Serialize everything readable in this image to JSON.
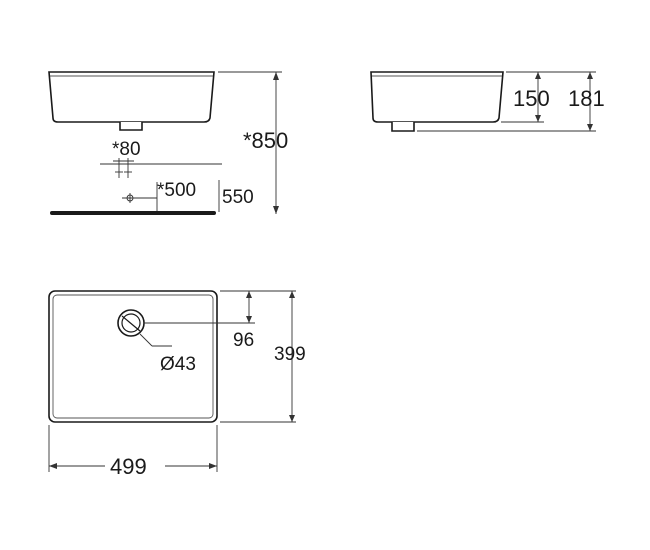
{
  "front_view": {
    "height_label": "*850",
    "tap_spacing_label": "*80",
    "waste_offset_label": "*500",
    "waste_height_label": "550"
  },
  "side_view": {
    "bowl_height_label": "150",
    "total_height_label": "181"
  },
  "top_view": {
    "drain_offset_label": "96",
    "drain_diameter_label": "Ø43",
    "depth_label": "399",
    "width_label": "499"
  }
}
